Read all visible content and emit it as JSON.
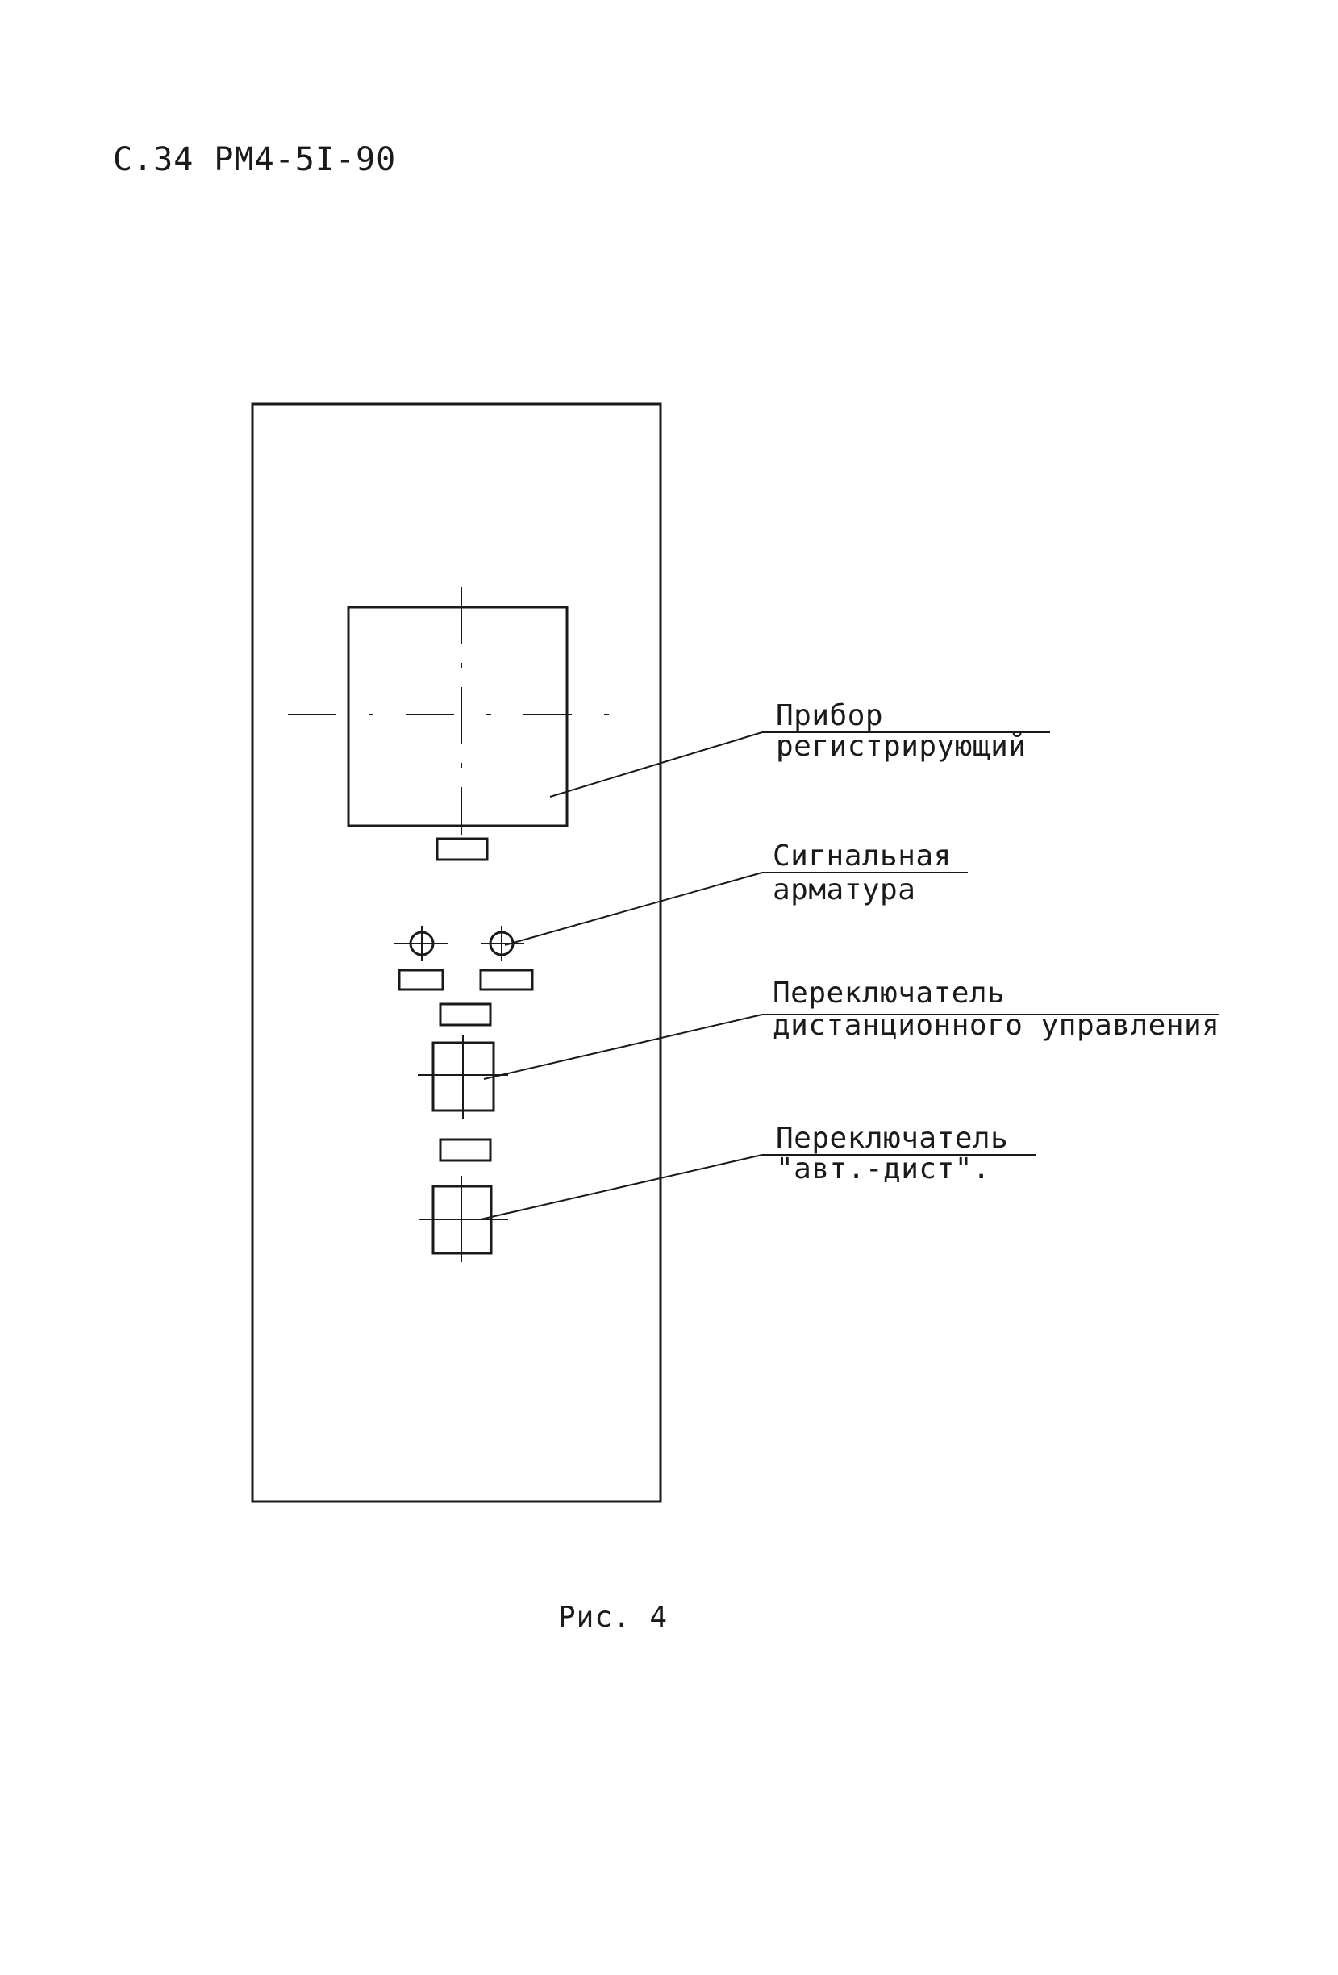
{
  "header": {
    "page_ref": "С.34 РМ4-5I-90"
  },
  "labels": {
    "recorder": [
      "Прибор",
      "регистрирующий"
    ],
    "signal": [
      "Сигнальная",
      "арматура"
    ],
    "remote_switch": [
      "Переключатель",
      "дистанционного управления"
    ],
    "auto_remote_switch": [
      "Переключатель",
      "\"авт.-дист\"."
    ]
  },
  "caption": "Рис. 4"
}
